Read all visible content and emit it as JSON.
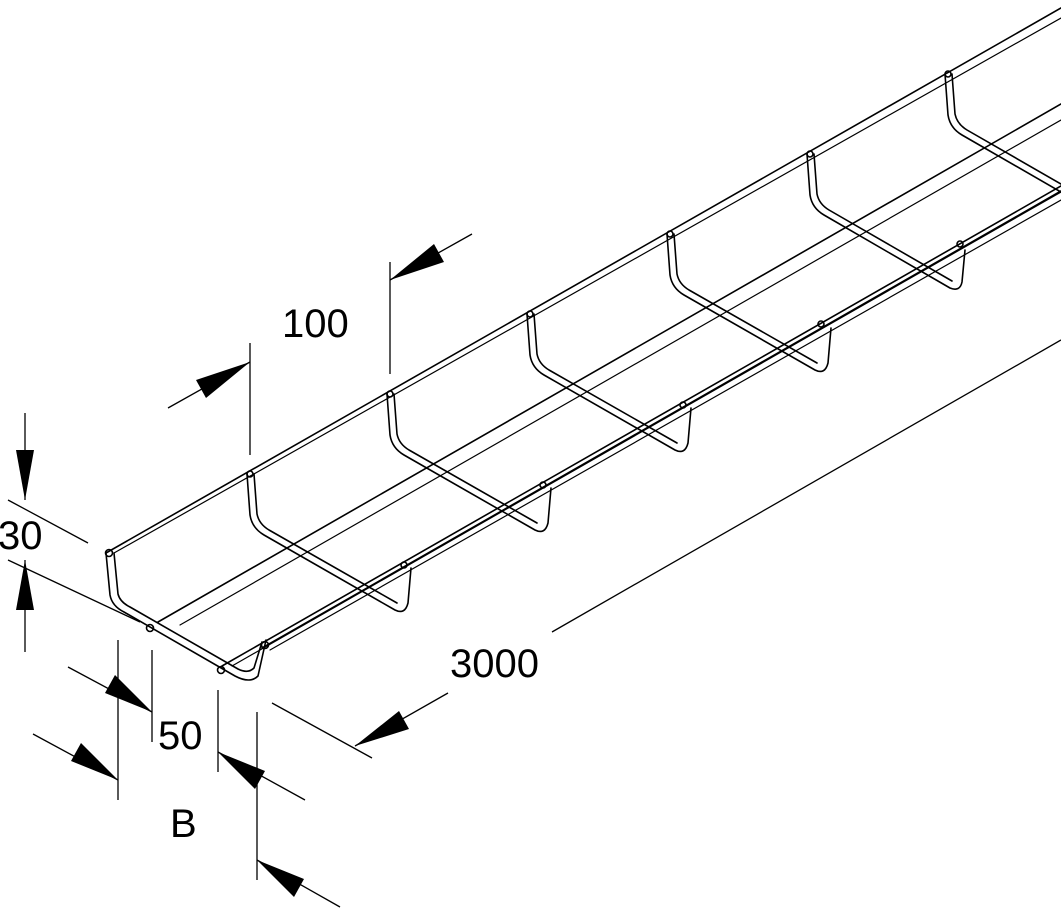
{
  "dimensions": {
    "mesh_pitch": "100",
    "height": "30",
    "length": "3000",
    "inner_width": "50",
    "width_symbol": "B"
  }
}
